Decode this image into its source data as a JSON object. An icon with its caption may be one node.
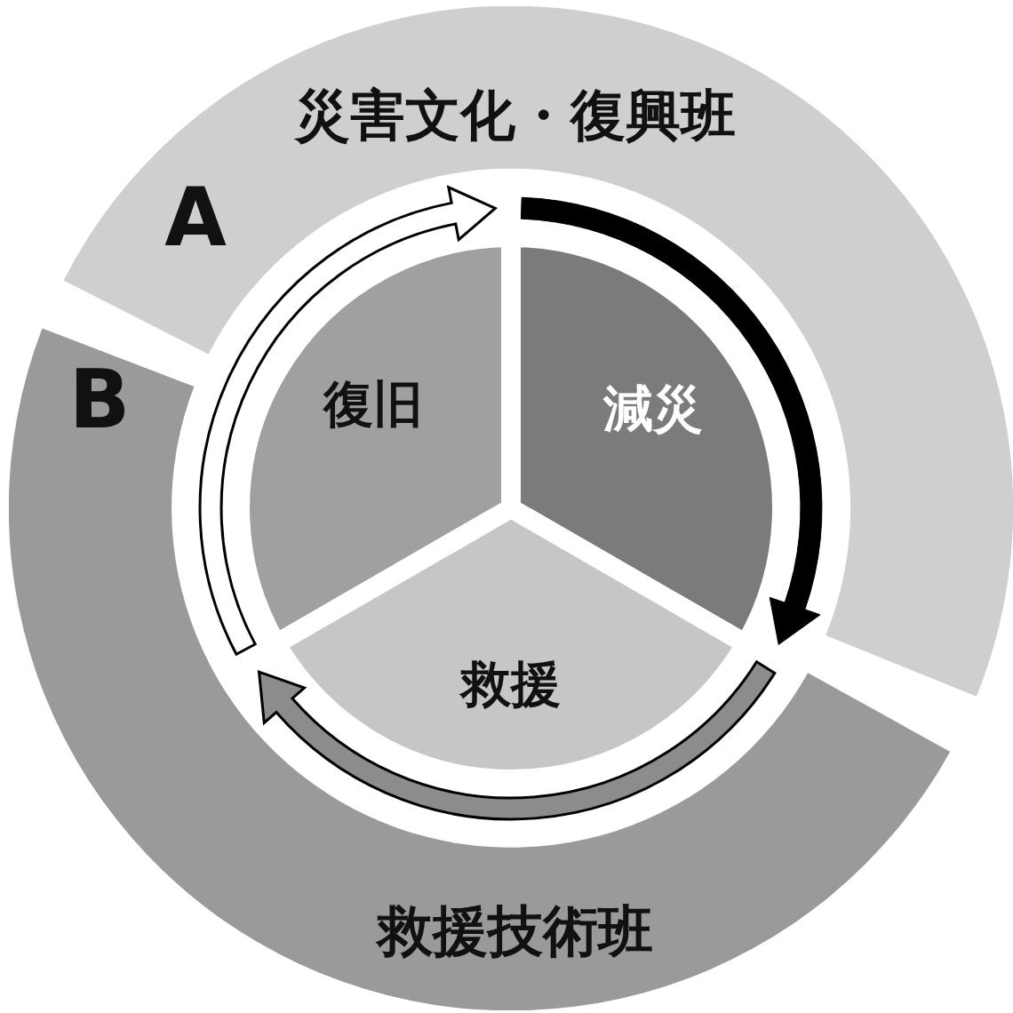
{
  "diagram": {
    "nodes": [
      {
        "text": [
          "災害文化・復興班",
          "A"
        ]
      },
      {
        "text": [
          "B",
          "救援技術班"
        ]
      },
      {
        "text": [
          "復旧"
        ]
      },
      {
        "text": [
          "減災"
        ]
      },
      {
        "text": [
          "救援"
        ]
      }
    ],
    "edges": [
      {
        "from": 3,
        "to": 4,
        "arrow": "to",
        "color": "#000000"
      },
      {
        "from": 4,
        "to": 2,
        "arrow": "to",
        "color": "#8c8c8c"
      },
      {
        "from": 2,
        "to": 3,
        "arrow": "to",
        "color": "#ffffff"
      }
    ]
  }
}
